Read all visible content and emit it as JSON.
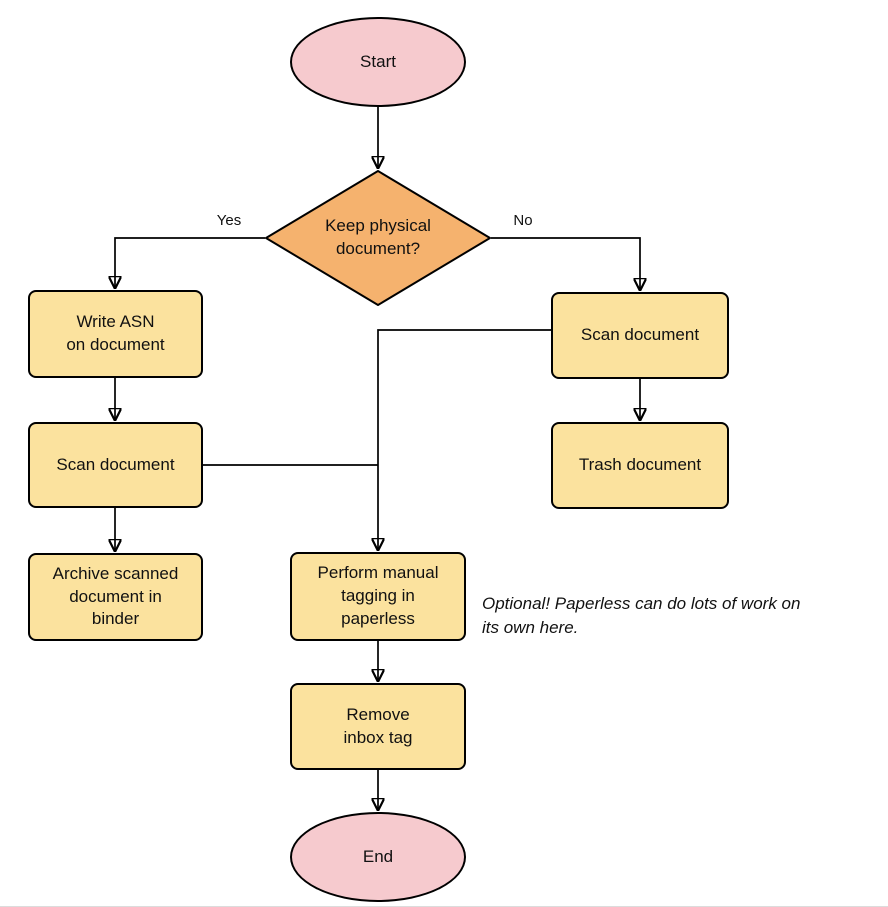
{
  "diagram": {
    "type": "flowchart",
    "colors": {
      "terminal_fill": "#f6cace",
      "decision_fill": "#f5b26e",
      "process_fill": "#fbe29e",
      "stroke": "#000000",
      "background": "#ffffff"
    },
    "nodes": {
      "start": {
        "label": "Start"
      },
      "decision": {
        "label": "Keep physical\ndocument?"
      },
      "write_asn": {
        "label": "Write ASN\non document"
      },
      "scan_left": {
        "label": "Scan document"
      },
      "archive": {
        "label": "Archive scanned\ndocument in\nbinder"
      },
      "scan_right": {
        "label": "Scan document"
      },
      "trash": {
        "label": "Trash document"
      },
      "tagging": {
        "label": "Perform manual\ntagging in\npaperless"
      },
      "remove_inbox": {
        "label": "Remove\ninbox tag"
      },
      "end": {
        "label": "End"
      }
    },
    "edge_labels": {
      "yes": "Yes",
      "no": "No"
    },
    "annotation": "Optional! Paperless can do lots of work on\nits own here."
  }
}
